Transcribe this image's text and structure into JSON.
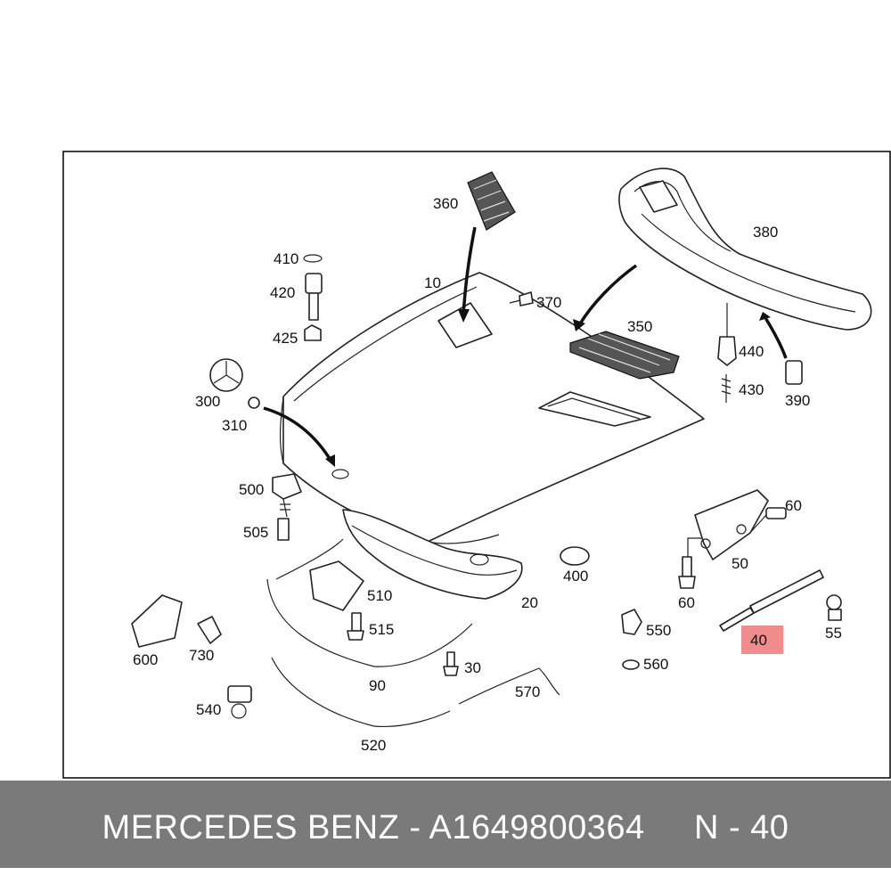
{
  "labels": {
    "p10": "10",
    "p20": "20",
    "p30": "30",
    "p40": "40",
    "p50": "50",
    "p55": "55",
    "p60a": "60",
    "p60b": "60",
    "p90": "90",
    "p300": "300",
    "p310": "310",
    "p350": "350",
    "p360": "360",
    "p370": "370",
    "p380": "380",
    "p390": "390",
    "p400": "400",
    "p410": "410",
    "p420": "420",
    "p425": "425",
    "p430": "430",
    "p440": "440",
    "p500": "500",
    "p505": "505",
    "p510": "510",
    "p515": "515",
    "p520": "520",
    "p540": "540",
    "p550": "550",
    "p560": "560",
    "p570": "570",
    "p600": "600",
    "p730": "730"
  },
  "highlight": {
    "part": "40",
    "color": "#f08c8c"
  },
  "footer": {
    "brand": "MERCEDES BENZ",
    "separator": "-",
    "part_number": "A1649800364",
    "position": "N - 40",
    "text": "MERCEDES BENZ - A1649800364     N - 40"
  }
}
